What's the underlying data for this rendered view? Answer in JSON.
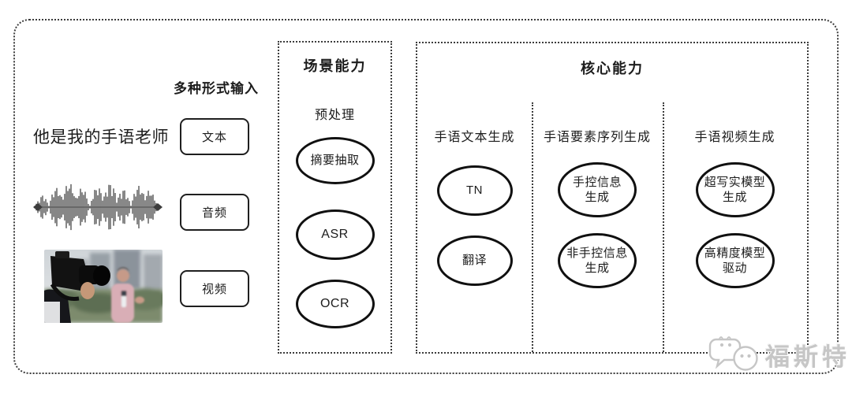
{
  "palette": {
    "frame_dotted": "#3c3c3c",
    "node_border": "#101010",
    "text_dark": "#1c1c1c",
    "watermark_gray": "#c6c6c6"
  },
  "input": {
    "heading": "多种形式输入",
    "sample_sentence": "他是我的手语老师",
    "rows": [
      {
        "kind": "text",
        "label": "文本"
      },
      {
        "kind": "audio",
        "label": "音频",
        "icon": "audio-waveform"
      },
      {
        "kind": "video",
        "label": "视频",
        "icon": "video-reporter-photo"
      }
    ]
  },
  "scene": {
    "title": "场景能力",
    "stage_label": "预处理",
    "nodes": [
      {
        "label": "摘要抽取"
      },
      {
        "label": "ASR"
      },
      {
        "label": "OCR"
      }
    ]
  },
  "core": {
    "title": "核心能力",
    "columns": [
      {
        "header": "手语文本生成",
        "nodes": [
          {
            "line1": "TN"
          },
          {
            "line1": "翻译"
          }
        ]
      },
      {
        "header": "手语要素序列生成",
        "nodes": [
          {
            "line1": "手控信息",
            "line2": "生成"
          },
          {
            "line1": "非手控信息",
            "line2": "生成"
          }
        ]
      },
      {
        "header": "手语视频生成",
        "nodes": [
          {
            "line1": "超写实模型",
            "line2": "生成"
          },
          {
            "line1": "高精度模型",
            "line2": "驱动"
          }
        ]
      }
    ]
  },
  "watermark": {
    "brand": "福斯特"
  }
}
